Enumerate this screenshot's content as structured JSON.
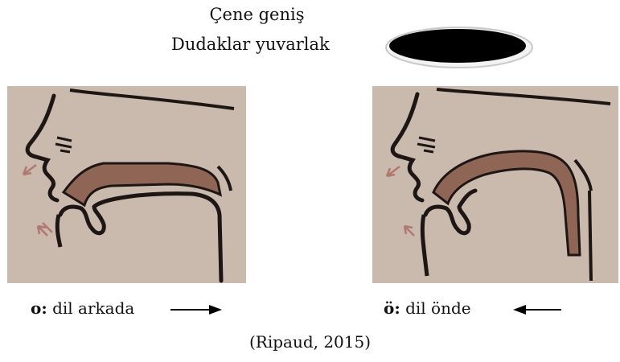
{
  "header": {
    "line1": "Çene geniş",
    "line2": "Dudaklar yuvarlak"
  },
  "figures": [
    {
      "caption_letter": "o:",
      "caption_text": " dil arkada",
      "arrow_direction": "right",
      "tongue_position": "back"
    },
    {
      "caption_letter": "ö:",
      "caption_text": " dil önde",
      "arrow_direction": "left",
      "tongue_position": "front"
    }
  ],
  "reference": "(Ripaud, 2015)",
  "colors": {
    "photo_background": "#ccbcb0",
    "tongue": "#8f6556",
    "outline": "#1d1614",
    "air_arrows": "#b07870",
    "mouth_fill": "#000000"
  }
}
